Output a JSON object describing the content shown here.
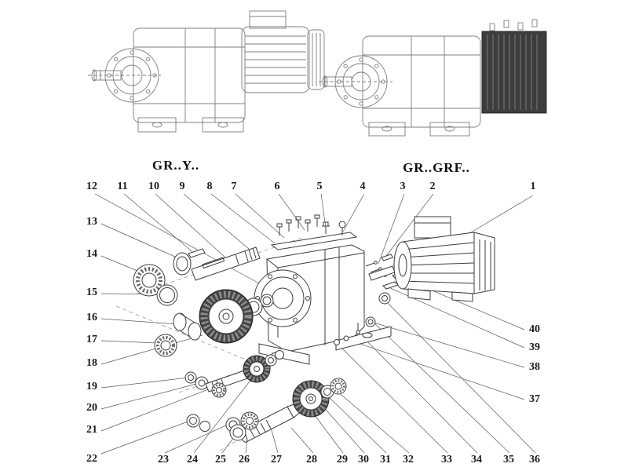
{
  "diagram": {
    "left_model": "GR..Y..",
    "right_model": "GR..GRF.."
  },
  "callouts": {
    "top": [
      "12",
      "11",
      "10",
      "9",
      "8",
      "7",
      "6",
      "5",
      "4",
      "3",
      "2",
      "1"
    ],
    "left": [
      "13",
      "14",
      "15",
      "16",
      "17",
      "18",
      "19",
      "20",
      "21",
      "22"
    ],
    "bottom": [
      "23",
      "24",
      "25",
      "26",
      "27",
      "28",
      "29",
      "30",
      "31",
      "32",
      "33",
      "34",
      "35",
      "36"
    ],
    "right": [
      "40",
      "39",
      "38",
      "37"
    ]
  },
  "colors": {
    "line_art": "#5a5a5a",
    "dark_fill": "#3d3d3d",
    "background": "#ffffff"
  }
}
